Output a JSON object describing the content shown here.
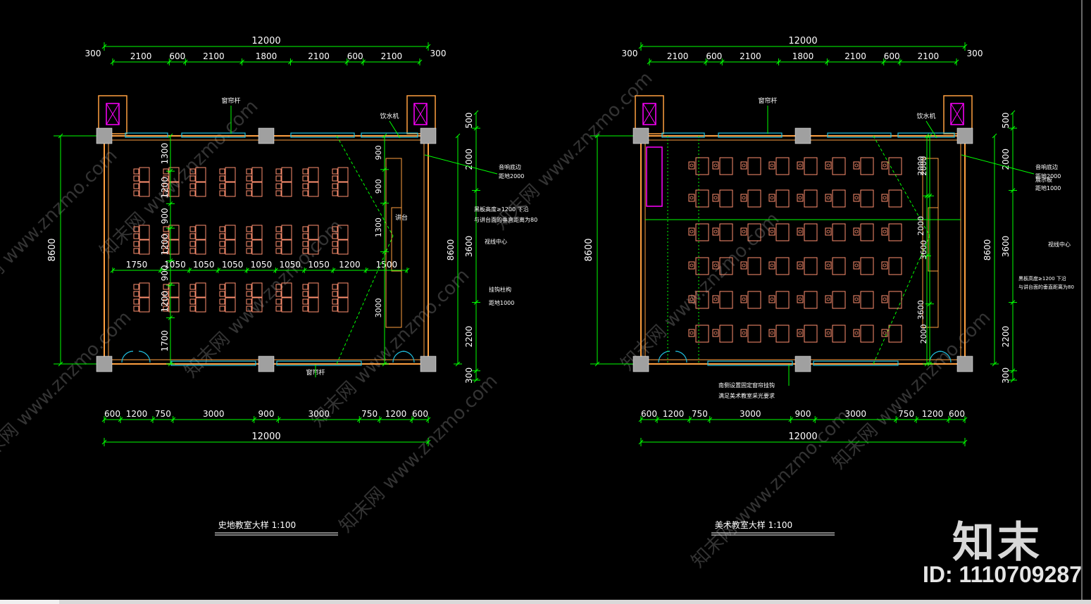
{
  "plans": [
    {
      "title": "史地教室大样 1:100",
      "top_total": "12000",
      "top_dims": [
        "2100",
        "600",
        "2100",
        "1800",
        "2100",
        "600",
        "2100"
      ],
      "top_side": [
        "300",
        "300"
      ],
      "bottom_total": "12000",
      "bottom_dims": [
        "600",
        "1200",
        "750",
        "3000",
        "900",
        "3000",
        "750",
        "1200",
        "600"
      ],
      "left_total": "8600",
      "left_dims": [
        "1300",
        "1200",
        "900",
        "1200",
        "900",
        "1200",
        "1700"
      ],
      "right_dims": [
        "500",
        "2000",
        "3600",
        "2200",
        "300"
      ],
      "right_total": "8600",
      "row_dims": [
        "1750",
        "1050",
        "1050",
        "1050",
        "1050",
        "1050",
        "1050",
        "1200",
        "1500"
      ],
      "small_dims": [
        "900",
        "900",
        "1300"
      ],
      "labels": {
        "curtain_top": "窗帘杆",
        "curtain_bottom": "窗帘杆",
        "water": "饮水机",
        "podium": "讲台",
        "speaker": "音响底边",
        "speaker2": "距地2000",
        "board": "黑板高度≥1200  下沿",
        "board2": "与讲台面的垂直距离为80",
        "center": "视线中心",
        "hanger": "挂钩柱构",
        "hanger2": "距地1000"
      }
    },
    {
      "title": "美术教室大样 1:100",
      "top_total": "12000",
      "top_dims": [
        "2100",
        "600",
        "2100",
        "1800",
        "2100",
        "600",
        "2100"
      ],
      "top_side": [
        "300",
        "300"
      ],
      "bottom_total": "12000",
      "bottom_dims": [
        "600",
        "1200",
        "750",
        "3000",
        "900",
        "3000",
        "750",
        "1200",
        "600"
      ],
      "left_total": "8600",
      "right_dims": [
        "500",
        "2000",
        "3600",
        "2200",
        "300"
      ],
      "right_total": "8600",
      "inner_dims": [
        "2000",
        "2000"
      ],
      "labels": {
        "curtain_top": "窗帘杆",
        "water": "饮水机",
        "speaker": "音响底边",
        "speaker2": "距地2000",
        "board": "展示板",
        "board2": "距地1000",
        "center": "视线中心",
        "board3": "黑板高度≥1200  下沿",
        "board4": "与讲台面的垂直距离为80",
        "note1": "南侧设置固定窗帘挂钩",
        "note2": "满足美术教室采光要求"
      }
    }
  ],
  "watermark": {
    "logo": "知末",
    "id": "ID: 1110709287",
    "diagonal": "知末网 www.znzmo.com"
  },
  "colors": {
    "line": "#00ff00",
    "wall": "#ffa040",
    "desk": "#ff9070",
    "column": "#a0a0a0",
    "window": "#20c0e0",
    "magenta": "#ff00ff",
    "text": "#ffffff"
  }
}
